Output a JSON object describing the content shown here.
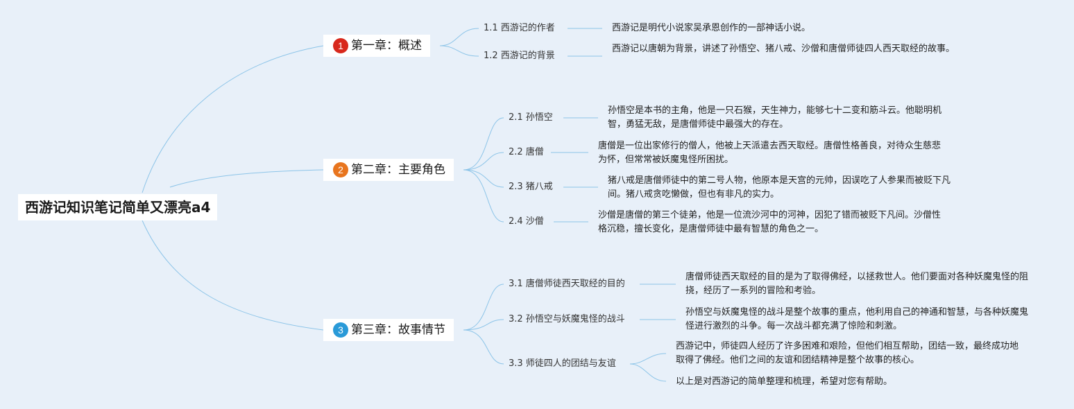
{
  "root": {
    "title": "西游记知识笔记简单又漂亮a4"
  },
  "chapters": [
    {
      "number": "1",
      "title": "第一章：概述",
      "badge_color": "#d8281c",
      "sections": [
        {
          "label": "1.1 西游记的作者",
          "notes": [
            "西游记是明代小说家吴承恩创作的一部神话小说。"
          ]
        },
        {
          "label": "1.2 西游记的背景",
          "notes": [
            "西游记以唐朝为背景，讲述了孙悟空、猪八戒、沙僧和唐僧师徒四人西天取经的故事。"
          ]
        }
      ]
    },
    {
      "number": "2",
      "title": "第二章：主要角色",
      "badge_color": "#e8751e",
      "sections": [
        {
          "label": "2.1 孙悟空",
          "notes": [
            "孙悟空是本书的主角，他是一只石猴，天生神力，能够七十二变和筋斗云。他聪明机智，勇猛无敌，是唐僧师徒中最强大的存在。"
          ]
        },
        {
          "label": "2.2 唐僧",
          "notes": [
            "唐僧是一位出家修行的僧人，他被上天派遣去西天取经。唐僧性格善良，对待众生慈悲为怀，但常常被妖魔鬼怪所困扰。"
          ]
        },
        {
          "label": "2.3 猪八戒",
          "notes": [
            "猪八戒是唐僧师徒中的第二号人物，他原本是天宫的元帅，因误吃了人参果而被贬下凡间。猪八戒贪吃懒做，但也有非凡的实力。"
          ]
        },
        {
          "label": "2.4 沙僧",
          "notes": [
            "沙僧是唐僧的第三个徒弟，他是一位流沙河中的河神，因犯了错而被贬下凡间。沙僧性格沉稳，擅长变化，是唐僧师徒中最有智慧的角色之一。"
          ]
        }
      ]
    },
    {
      "number": "3",
      "title": "第三章：故事情节",
      "badge_color": "#2a9ad8",
      "sections": [
        {
          "label": "3.1 唐僧师徒西天取经的目的",
          "notes": [
            "唐僧师徒西天取经的目的是为了取得佛经，以拯救世人。他们要面对各种妖魔鬼怪的阻挠，经历了一系列的冒险和考验。"
          ]
        },
        {
          "label": "3.2 孙悟空与妖魔鬼怪的战斗",
          "notes": [
            "孙悟空与妖魔鬼怪的战斗是整个故事的重点，他利用自己的神通和智慧，与各种妖魔鬼怪进行激烈的斗争。每一次战斗都充满了惊险和刺激。"
          ]
        },
        {
          "label": "3.3 师徒四人的团结与友谊",
          "notes": [
            "西游记中，师徒四人经历了许多困难和艰险，但他们相互帮助，团结一致，最终成功地取得了佛经。他们之间的友谊和团结精神是整个故事的核心。",
            "以上是对西游记的简单整理和梳理，希望对您有帮助。"
          ]
        }
      ]
    }
  ],
  "colors": {
    "background": "#e8f0f9",
    "connector": "#8cc4e8"
  }
}
